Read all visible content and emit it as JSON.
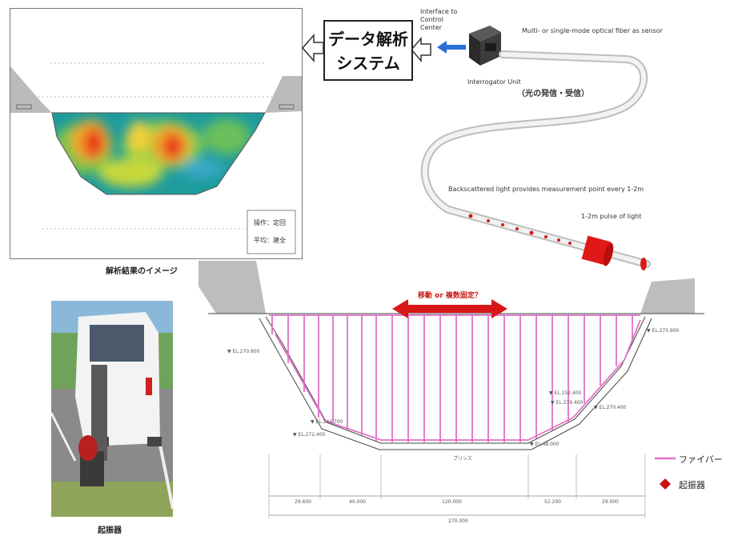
{
  "analysis_panel": {
    "caption": "解析結果のイメージ",
    "info_row1": "操作：定回",
    "info_row2": "平均：建全"
  },
  "system_box": {
    "line1": "データ解析",
    "line2": "システム"
  },
  "interrogator": {
    "label": "Interrogator Unit",
    "sublabel": "（光の発信・受信）",
    "interface_label": "Interface to Control Center"
  },
  "fiber": {
    "sensor_label": "Multi- or single-mode optical fiber as sensor",
    "backscatter_label": "Backscattered light provides measurement point every 1-2m",
    "pulse_label": "1-2m pulse of light"
  },
  "dam_section": {
    "movement_label": "移動 or 複数固定？",
    "bottom_label": "プリンス",
    "dimension_labels": [
      "29.600",
      "40.000",
      "120.000",
      "52.200",
      "29.000"
    ],
    "total_label": "270.000",
    "elevation_labels": [
      "▼ EL.270.800",
      "▼ EL.275.900",
      "▼ EL.244.700",
      "▼ EL.272.400",
      "▼ EL.152.400",
      "▼ EL.48.000",
      "▼ EL.270.400",
      "▼ EL.279.400"
    ]
  },
  "legend": {
    "fiber_label": "ファイバー",
    "vibrator_label": "起振器",
    "fiber_color": "#e060c0",
    "vibrator_color": "#cc1111"
  },
  "photo": {
    "caption": "起振器"
  },
  "colors": {
    "arrow_red": "#d81818",
    "pink": "#e070c8",
    "arrow_blue": "#2a6fd6"
  }
}
